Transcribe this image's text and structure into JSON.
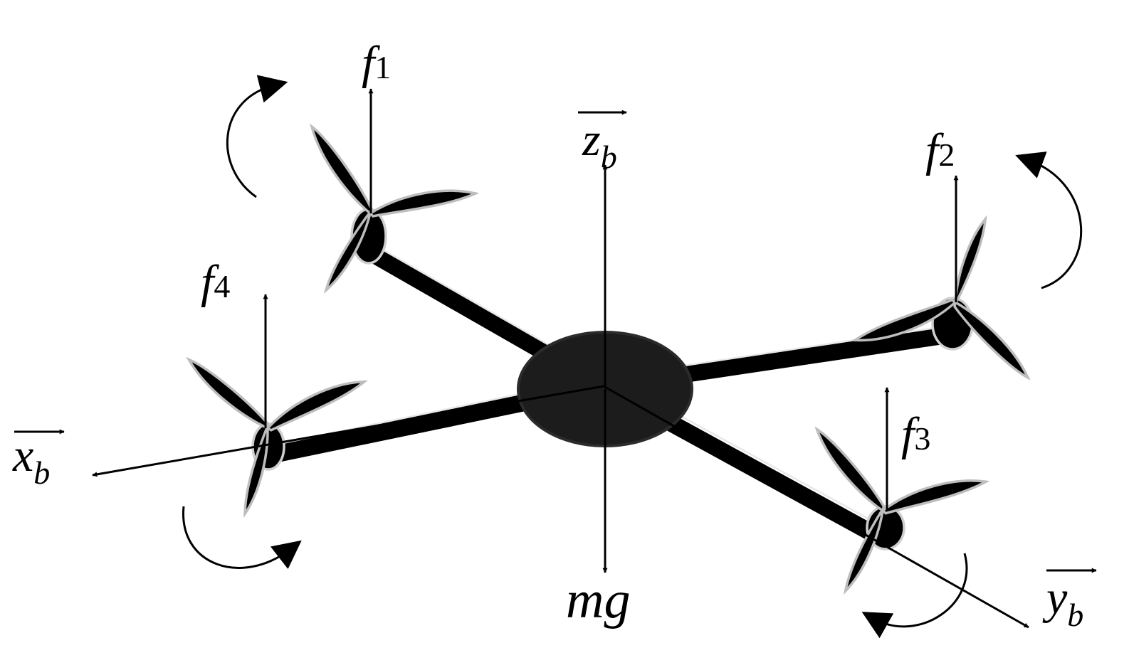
{
  "labels": {
    "x_axis": "x",
    "x_axis_sub": "b",
    "y_axis": "y",
    "y_axis_sub": "b",
    "z_axis": "z",
    "z_axis_sub": "b",
    "weight": "mg",
    "f1": "f",
    "f1_sub": "1",
    "f2": "f",
    "f2_sub": "2",
    "f3": "f",
    "f3_sub": "3",
    "f4": "f",
    "f4_sub": "4"
  },
  "colors": {
    "ink": "#000000",
    "background": "#ffffff",
    "blade_outline": "#bdbdbd"
  }
}
